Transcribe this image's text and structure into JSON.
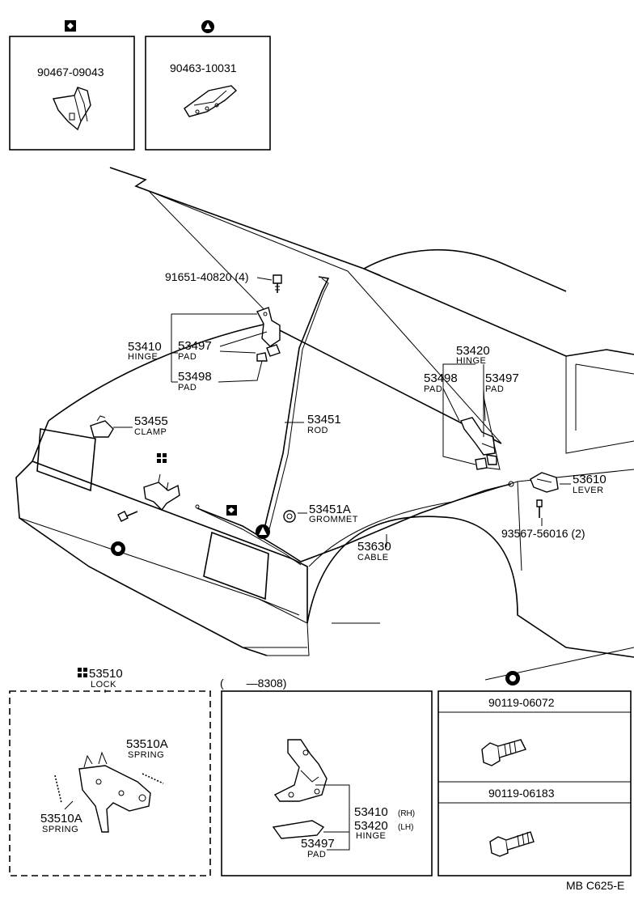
{
  "boxes": {
    "top_left": {
      "part_no": "90467-09043"
    },
    "top_mid": {
      "part_no": "90463-10031"
    },
    "lock": {
      "part_no": "53510",
      "label": "LOCK",
      "spring_top": "53510A",
      "spring_top_label": "SPRING",
      "spring_bot": "53510A",
      "spring_bot_label": "SPRING"
    },
    "hinge_early": {
      "header": "(　　—8308)",
      "no_rh": "53410",
      "rh": "(RH)",
      "no_lh": "53420",
      "lh": "(LH)",
      "hinge_label": "HINGE",
      "pad_no": "53497",
      "pad_label": "PAD"
    },
    "bolts": {
      "bolt1": "90119-06072",
      "bolt2": "90119-06183"
    }
  },
  "callouts": {
    "bolt_top": "91651-40820 (4)",
    "hinge_l_no": "53410",
    "hinge_l_label": "HINGE",
    "pad_l1_no": "53497",
    "pad_l1_label": "PAD",
    "pad_l2_no": "53498",
    "pad_l2_label": "PAD",
    "clamp_no": "53455",
    "clamp_label": "CLAMP",
    "rod_no": "53451",
    "rod_label": "ROD",
    "hinge_r_no": "53420",
    "hinge_r_label": "HINGE",
    "pad_r1_no": "53498",
    "pad_r1_label": "PAD",
    "pad_r2_no": "53497",
    "pad_r2_label": "PAD",
    "grommet_no": "53451A",
    "grommet_label": "GROMMET",
    "lever_no": "53610",
    "lever_label": "LEVER",
    "screw_no": "93567-56016 (2)",
    "cable_no": "53630",
    "cable_label": "CABLE"
  },
  "footer": {
    "code": "MB  C625-E"
  }
}
